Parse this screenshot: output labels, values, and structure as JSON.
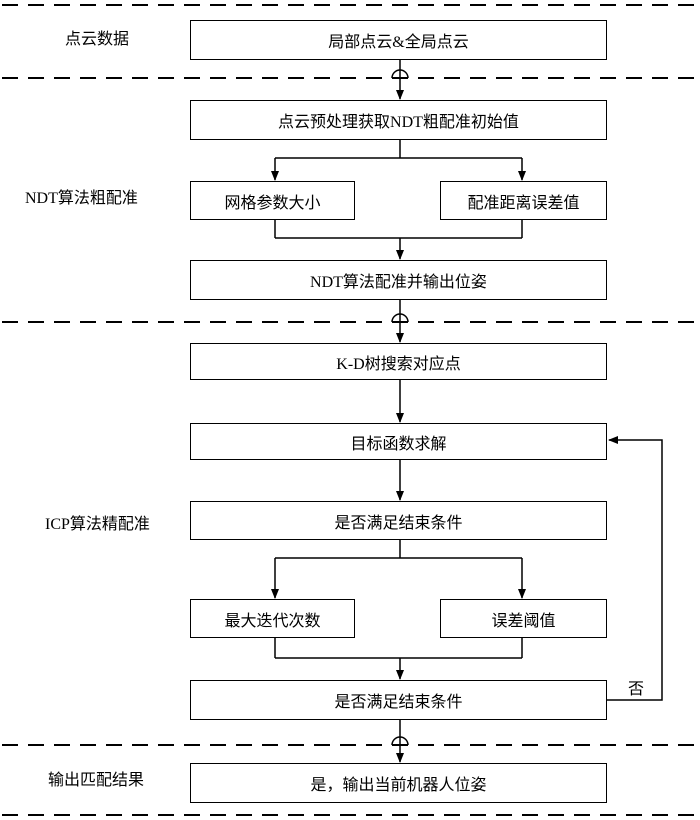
{
  "stages": {
    "pointcloud": "点云数据",
    "ndt": "NDT算法粗配准",
    "icp": "ICP算法精配准",
    "output": "输出匹配结果"
  },
  "boxes": {
    "local_global": "局部点云&全局点云",
    "preprocess": "点云预处理获取NDT粗配准初始值",
    "grid_size": "网格参数大小",
    "distance_error": "配准距离误差值",
    "ndt_register": "NDT算法配准并输出位姿",
    "kd_search": "K-D树搜索对应点",
    "objective": "目标函数求解",
    "check_end_1": "是否满足结束条件",
    "max_iter": "最大迭代次数",
    "error_threshold": "误差阈值",
    "check_end_2": "是否满足结束条件",
    "output_pose": "是，输出当前机器人位姿"
  },
  "edge_labels": {
    "no": "否"
  }
}
